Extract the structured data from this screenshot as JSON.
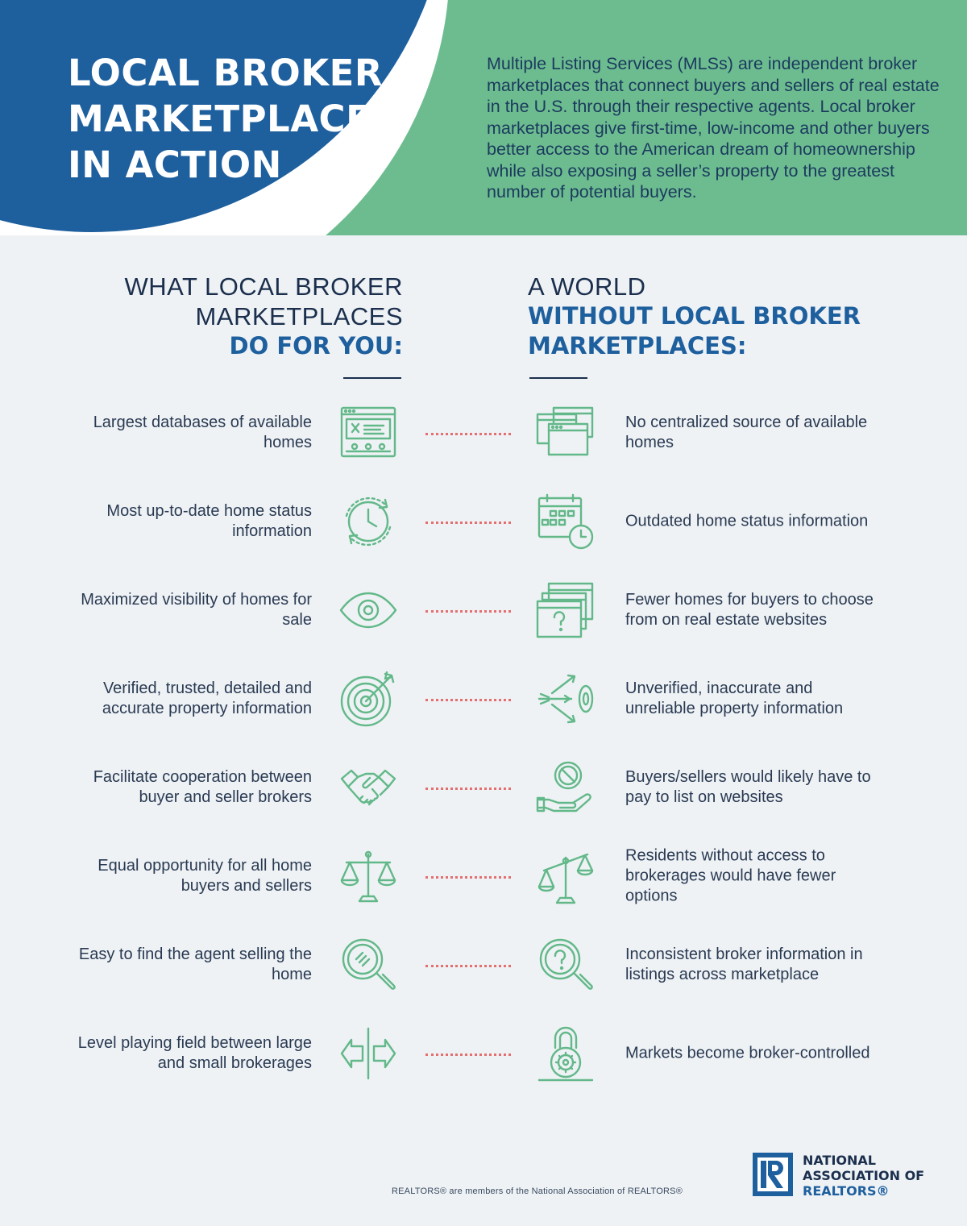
{
  "header": {
    "title_lines": [
      "LOCAL BROKER",
      "MARKETPLACES",
      "IN ACTION"
    ],
    "intro": "Multiple Listing Services (MLSs) are independent broker marketplaces that connect buyers and sellers of real estate in the U.S. through their respective agents. Local broker marketplaces give first-time, low-income and other buyers better access to the American dream of homeownership while also exposing a seller’s property to the greatest number of potential buyers."
  },
  "left_heading": {
    "line1": "WHAT LOCAL BROKER",
    "line2": "MARKETPLACES",
    "line3": "DO FOR YOU:"
  },
  "right_heading": {
    "line1": "A WORLD",
    "line2": "WITHOUT LOCAL BROKER",
    "line3": "MARKETPLACES:"
  },
  "rows": [
    {
      "left": "Largest databases of available homes",
      "left_icon": "database-listing-icon",
      "right": "No centralized source of available homes",
      "right_icon": "multiple-windows-icon"
    },
    {
      "left": "Most up-to-date home status information",
      "left_icon": "refresh-clock-icon",
      "right": "Outdated home status information",
      "right_icon": "calendar-clock-icon"
    },
    {
      "left": "Maximized visibility of homes for sale",
      "left_icon": "eye-icon",
      "right": "Fewer homes for buyers to choose from on real estate websites",
      "right_icon": "question-window-icon"
    },
    {
      "left": "Verified, trusted, detailed and accurate property information",
      "left_icon": "target-bullseye-icon",
      "right": "Unverified, inaccurate and unreliable property information",
      "right_icon": "missed-arrows-icon"
    },
    {
      "left": "Facilitate cooperation between buyer and seller brokers",
      "left_icon": "handshake-icon",
      "right": "Buyers/sellers would likely have to pay to list on websites",
      "right_icon": "hand-coin-icon"
    },
    {
      "left": "Equal opportunity for all home buyers and sellers",
      "left_icon": "balanced-scale-icon",
      "right": "Residents without access to brokerages would have fewer options",
      "right_icon": "tilted-scale-icon"
    },
    {
      "left": "Easy to find the agent selling the home",
      "left_icon": "magnifier-icon",
      "right": "Inconsistent broker information in listings across marketplace",
      "right_icon": "magnifier-question-icon"
    },
    {
      "left": "Level playing field between large and small brokerages",
      "left_icon": "split-arrows-icon",
      "right": "Markets become broker-controlled",
      "right_icon": "padlock-gear-icon"
    }
  ],
  "footer": {
    "note": "REALTORS® are members of the National Association of REALTORS®",
    "logo_lines": [
      "NATIONAL",
      "ASSOCIATION OF",
      "REALTORS®"
    ]
  },
  "colors": {
    "header_green": "#6dbc90",
    "header_blue": "#1e5f9e",
    "icon_green": "#63b889",
    "dot_red": "#e46f6f",
    "background": "#eef2f5"
  }
}
